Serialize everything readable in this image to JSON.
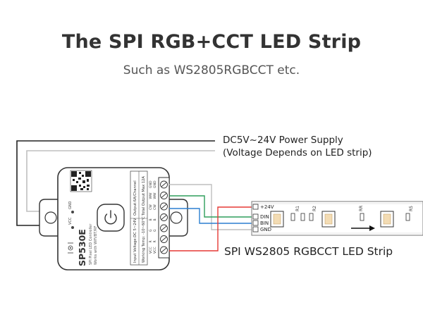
{
  "header": {
    "title": "The SPI RGB+CCT LED Strip",
    "subtitle": "Such as WS2805RGBCCT etc."
  },
  "callouts": {
    "power_line1": "DC5V~24V Power Supply",
    "power_line2": "(Voltage Depends on LED strip)",
    "strip_label": "SPI WS2805 RGBCCT LED Strip"
  },
  "controller": {
    "model": "SP530E",
    "description_line1": "SPI Pixel LED Controller",
    "description_line2": "Works with WiFi/BT/RF",
    "spec_input": "Input Voltage:DC 5~24V",
    "spec_output": "Output:6A/Channel",
    "spec_temp": "Working Temp: -10~60°C",
    "spec_max": "Total Output Max 12A",
    "left_pins": [
      "GND",
      "VCC"
    ],
    "terminal_pins": [
      "GND",
      "WW",
      "CW",
      "B",
      "G",
      "R",
      "VCC"
    ],
    "terminal_pins_b": [
      "GND",
      "WW",
      "CW",
      "B",
      "G",
      "R",
      "VCC"
    ]
  },
  "strip": {
    "pads": [
      "+24V",
      "DIN",
      "BIN",
      "GND"
    ],
    "component_labels": [
      "R1",
      "R2",
      "RR",
      "R5"
    ]
  },
  "colors": {
    "wire_black": "#222222",
    "wire_gray": "#bfbfbf",
    "wire_red": "#e53935",
    "wire_green": "#2e9e5b",
    "wire_blue": "#2b7fd1"
  }
}
